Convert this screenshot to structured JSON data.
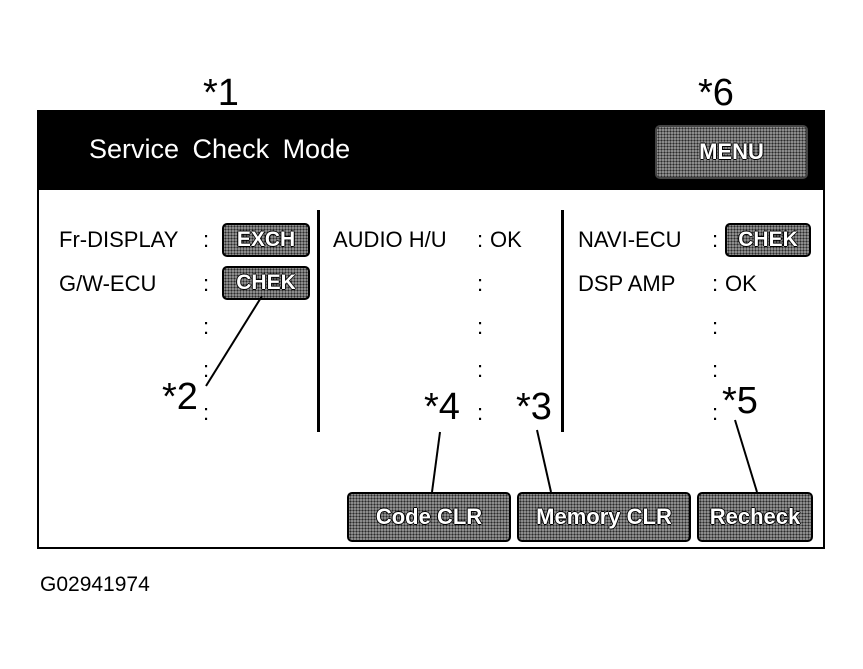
{
  "callouts": {
    "c1": "*1",
    "c2": "*2",
    "c3": "*3",
    "c4": "*4",
    "c5": "*5",
    "c6": "*6"
  },
  "header": {
    "title": "Service  Check  Mode",
    "menu_label": "MENU"
  },
  "left_column": {
    "row1_label": "Fr-DISPLAY",
    "row1_colon": ":",
    "row1_value": "EXCH",
    "row2_label": "G/W-ECU",
    "row2_colon": ":",
    "row2_value": "CHEK",
    "empty_colon": ":"
  },
  "middle_column": {
    "row1_label": "AUDIO H/U",
    "row1_colon": ":",
    "row1_value": "OK",
    "empty_colon": ":"
  },
  "right_column": {
    "row1_label": "NAVI-ECU",
    "row1_colon": ":",
    "row1_value": "CHEK",
    "row2_label": "DSP AMP",
    "row2_colon": ":",
    "row2_value": "OK",
    "empty_colon": ":"
  },
  "buttons": {
    "code_clr": "Code CLR",
    "memory_clr": "Memory CLR",
    "recheck": "Recheck"
  },
  "figure_code": "G02941974"
}
